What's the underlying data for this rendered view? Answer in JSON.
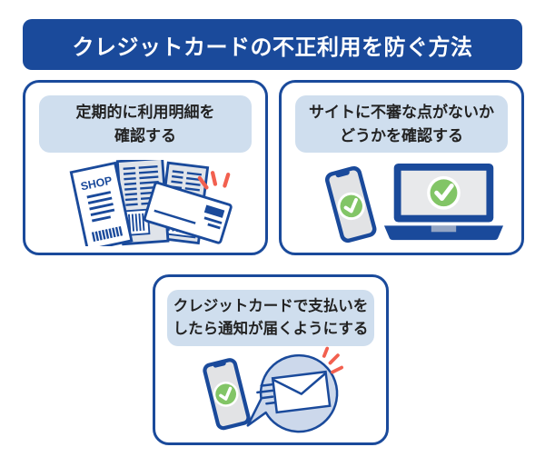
{
  "header": {
    "title": "クレジットカードの不正利用を防ぐ方法"
  },
  "cards": [
    {
      "id": "check-statements",
      "label_line1": "定期的に利用明細を",
      "label_line2": "確認する",
      "illustration": "receipts-statements-credit-card"
    },
    {
      "id": "check-site",
      "label_line1": "サイトに不審な点がないか",
      "label_line2": "どうかを確認する",
      "illustration": "smartphone-laptop-verified"
    },
    {
      "id": "payment-notifications",
      "label_line1": "クレジットカードで支払いを",
      "label_line2": "したら通知が届くようにする",
      "illustration": "smartphone-mail-notification"
    }
  ],
  "illustrations": {
    "receipt_shop_text": "SHOP"
  },
  "colors": {
    "primary_blue": "#1a4a9b",
    "label_background": "#cfdeee",
    "bubble_background": "#ccd8eb",
    "check_green": "#82c566",
    "alert_red": "#f2604f",
    "screen_gray": "#e2e3e5",
    "document_gray": "#e0e4ea",
    "text_dark": "#222222"
  }
}
